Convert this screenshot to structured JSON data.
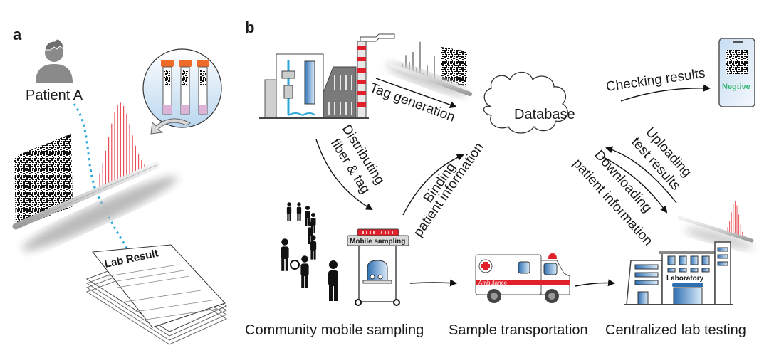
{
  "panels": {
    "a": "a",
    "b": "b"
  },
  "panel_a": {
    "patient_label": "Patient A",
    "lab_result_title": "Lab Result"
  },
  "panel_b": {
    "flows": {
      "tag_generation": "Tag generation",
      "distributing_line1": "Distributing",
      "distributing_line2": "fiber & tag",
      "binding_line1": "Binding",
      "binding_line2": "patient information",
      "checking_results": "Checking results",
      "uploading_line1": "Uploading",
      "uploading_line2": "test results",
      "downloading_line1": "Downloading",
      "downloading_line2": "patient information"
    },
    "database_label": "Database",
    "phone_status": "Negtive",
    "mobile_station_sign": "Mobile sampling",
    "ambulance_label": "Ambulance",
    "laboratory_label": "Laboratory",
    "steps": [
      {
        "label": "Community mobile sampling"
      },
      {
        "label": "Sample transportation"
      },
      {
        "label": "Centralized lab testing"
      }
    ]
  },
  "colors": {
    "accent_red": "#e0202a",
    "tube_cap": "#f06a2a",
    "dotted_link": "#2aa7d8",
    "spectrum": "#e8505a",
    "status_green": "#3cb878",
    "building_blue": "#3b84c4"
  }
}
